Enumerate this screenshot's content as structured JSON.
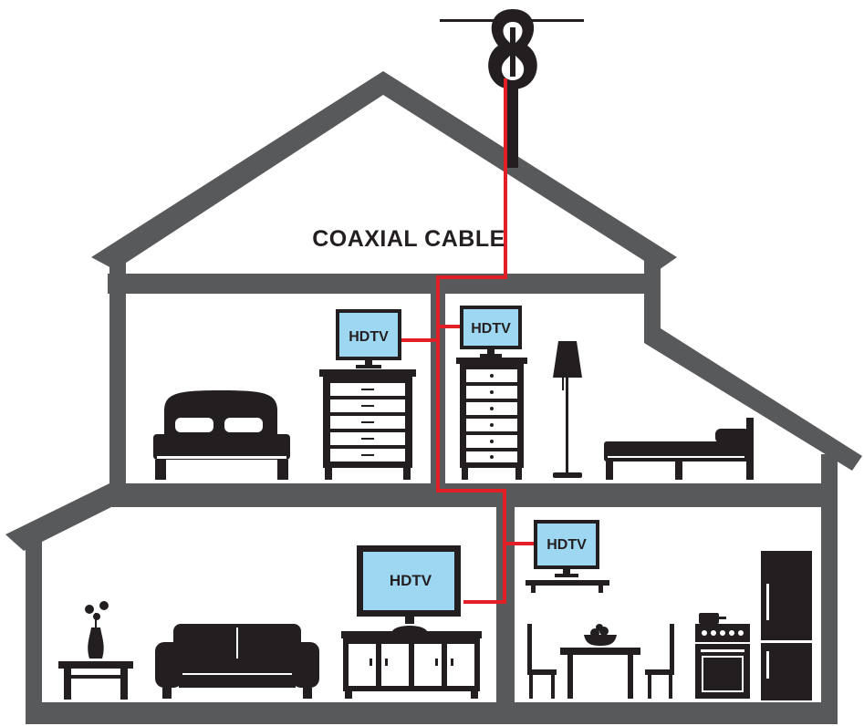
{
  "diagram": {
    "cable_label": "COAXIAL CABLE",
    "tv_label": "HDTV",
    "tvs": [
      {
        "room": "upstairs-bedroom-left",
        "label": "HDTV"
      },
      {
        "room": "upstairs-bedroom-right",
        "label": "HDTV"
      },
      {
        "room": "living-room",
        "label": "HDTV"
      },
      {
        "room": "kitchen",
        "label": "HDTV"
      }
    ],
    "icons": [
      "antenna-icon",
      "bed-icon",
      "dresser-icon",
      "floor-lamp-icon",
      "daybed-icon",
      "sofa-icon",
      "side-table-icon",
      "vase-icon",
      "tv-cabinet-icon",
      "dining-table-icon",
      "chair-icon",
      "stove-icon",
      "refrigerator-icon",
      "wall-shelf-icon"
    ],
    "colors": {
      "walls": "#58595b",
      "cable": "#e21f26",
      "screen": "#9dd7f2",
      "furniture": "#231f20"
    }
  }
}
